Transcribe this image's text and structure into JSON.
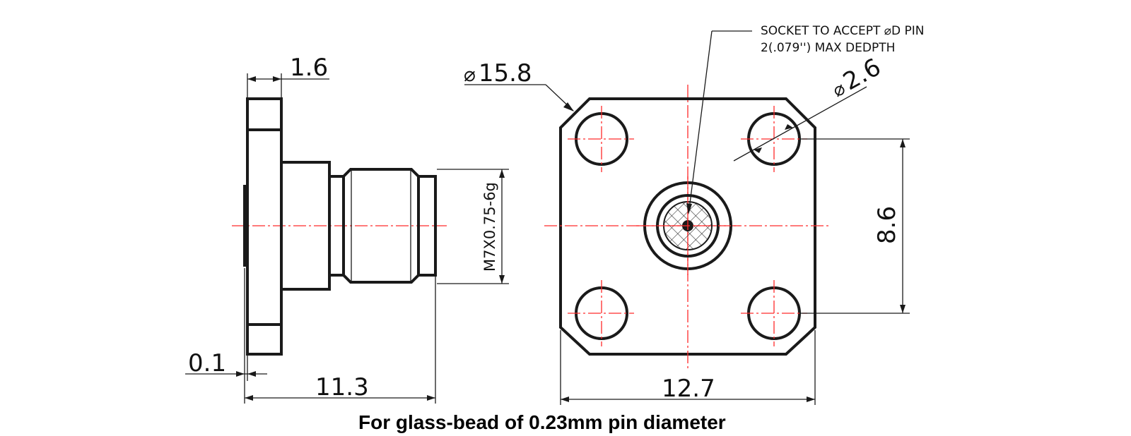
{
  "side_view": {
    "dim_flange_thickness": "1.6",
    "dim_offset": "0.1",
    "dim_overall_length": "11.3",
    "dim_thread": "M7X0.75-6g"
  },
  "front_view": {
    "dim_flange_diameter_symbol": "⌀",
    "dim_flange_diameter": "15.8",
    "dim_hole_diameter_symbol": "⌀",
    "dim_hole_diameter": "2.6",
    "dim_hole_spacing": "8.6",
    "dim_width": "12.7",
    "note_line1": "SOCKET TO ACCEPT ⌀D PIN",
    "note_line2": "2(.079'') MAX DEDPTH"
  },
  "caption": "For glass-bead of 0.23mm pin diameter",
  "colors": {
    "outline": "#1a1a1a",
    "centerline": "#ff2a2a"
  }
}
